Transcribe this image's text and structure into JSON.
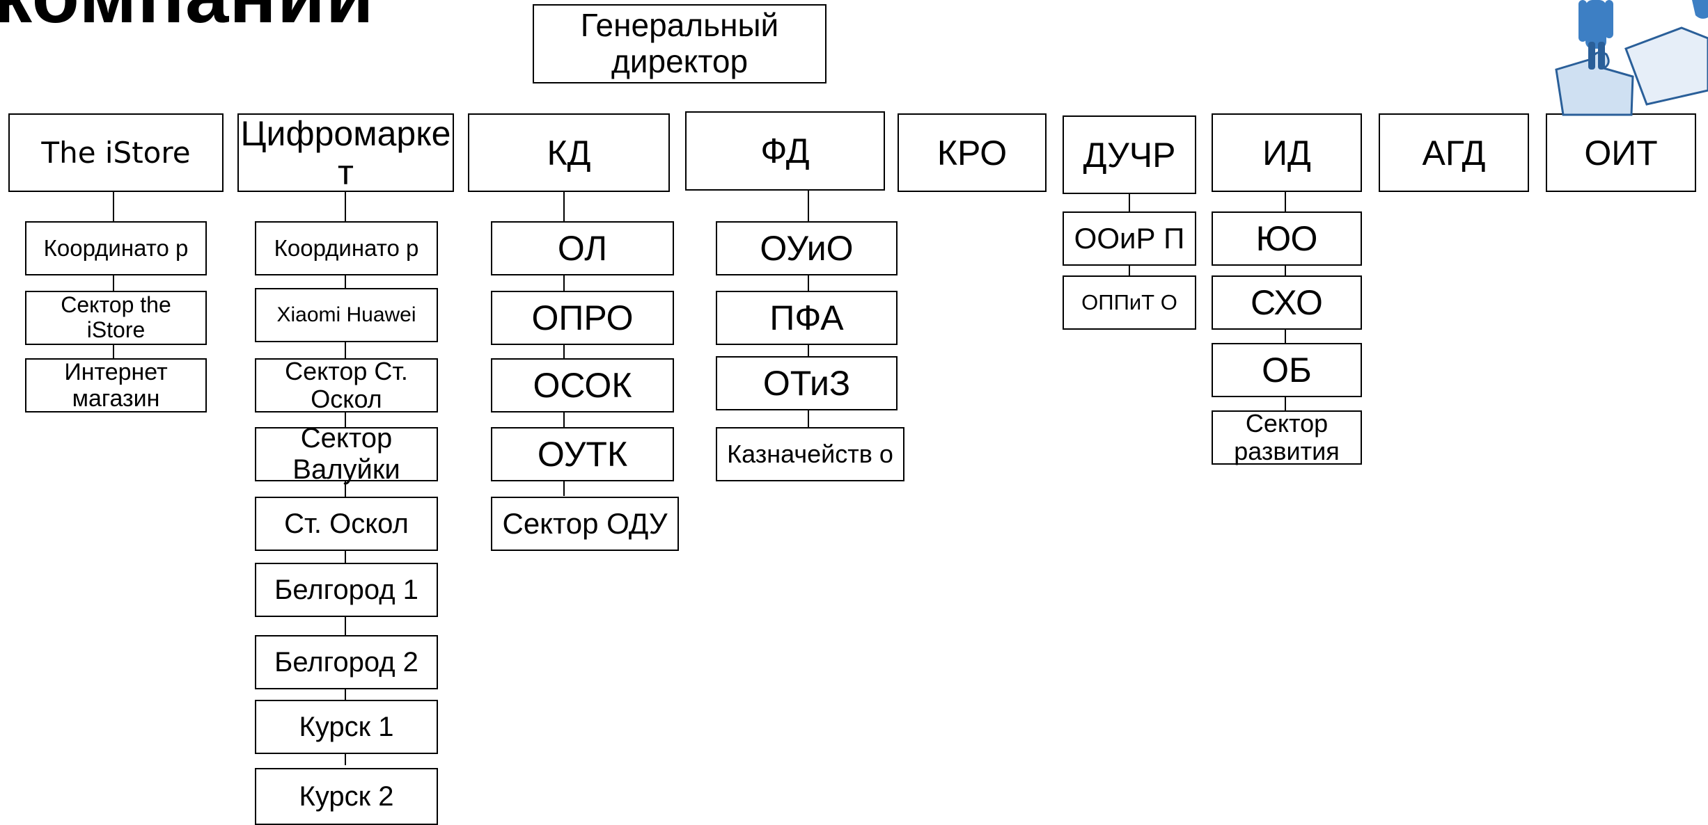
{
  "title": "компаний",
  "root": {
    "label": "Генеральный директор"
  },
  "departments": [
    {
      "label": "The iStore",
      "children": [
        "Координато р",
        "Сектор the iStore",
        "Интернет магазин"
      ]
    },
    {
      "label": "Цифромарке т",
      "children": [
        "Координато р",
        "Xiaomi Huawei",
        "Сектор Ст. Оскол",
        "Сектор Валуйки",
        "Ст. Оскол",
        "Белгород 1",
        "Белгород 2",
        "Курск 1",
        "Курск 2"
      ]
    },
    {
      "label": "КД",
      "children": [
        "ОЛ",
        "ОПРО",
        "ОСОК",
        "ОУТК",
        "Сектор ОДУ"
      ]
    },
    {
      "label": "ФД",
      "children": [
        "ОУиО",
        "ПФА",
        "ОТиЗ",
        "Казначейств о"
      ]
    },
    {
      "label": "КРО",
      "children": []
    },
    {
      "label": "ДУЧР",
      "children": [
        "ООиР П",
        "ОППиТ О"
      ]
    },
    {
      "label": "ИД",
      "children": [
        "ЮО",
        "СХО",
        "ОБ",
        "Сектор развития"
      ]
    },
    {
      "label": "АГД",
      "children": []
    },
    {
      "label": "ОИТ",
      "children": []
    }
  ],
  "logo": {
    "icon": "puzzle-person-icon",
    "colors": [
      "#3d7fc4",
      "#cfe0f2",
      "#2a5f99"
    ]
  }
}
